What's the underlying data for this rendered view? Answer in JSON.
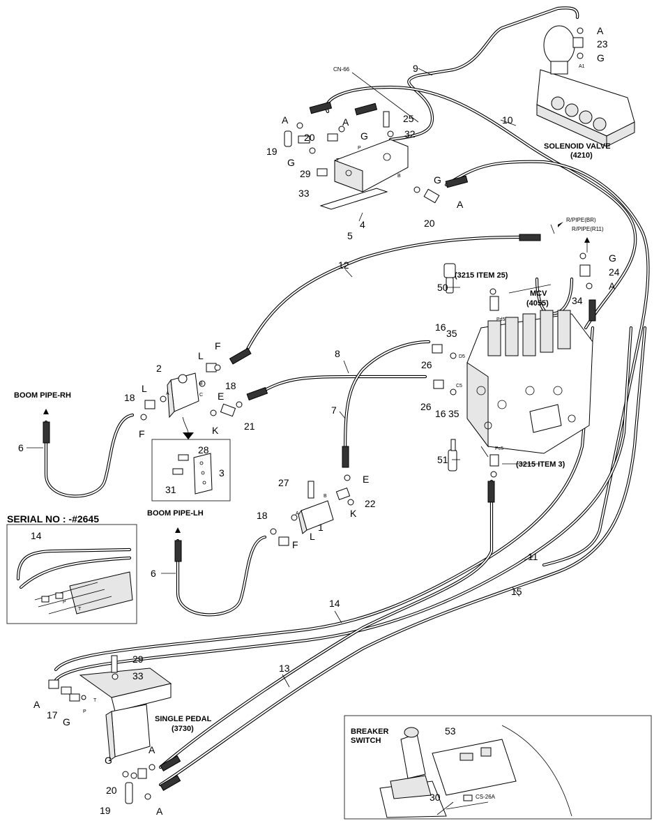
{
  "callouts": {
    "n1": "1",
    "n2": "2",
    "n3": "3",
    "n4": "4",
    "n5": "5",
    "n6a": "6",
    "n6b": "6",
    "n7": "7",
    "n8": "8",
    "n9": "9",
    "n10": "10",
    "n11": "11",
    "n12": "12",
    "n13": "13",
    "n14a": "14",
    "n14b": "14",
    "n15": "15",
    "n16a": "16",
    "n16b": "16",
    "n17": "17",
    "n18a": "18",
    "n18b": "18",
    "n18c": "18",
    "n19a": "19",
    "n19b": "19",
    "n20a": "20",
    "n20b": "20",
    "n20c": "20",
    "n21": "21",
    "n22": "22",
    "n23": "23",
    "n24": "24",
    "n25": "25",
    "n26a": "26",
    "n26b": "26",
    "n27": "27",
    "n28": "28",
    "n29a": "29",
    "n29b": "29",
    "n30": "30",
    "n31": "31",
    "n32": "32",
    "n33a": "33",
    "n33b": "33",
    "n34": "34",
    "n35a": "35",
    "n35b": "35",
    "n50": "50",
    "n51": "51",
    "n53": "53"
  },
  "letters": {
    "A1": "A",
    "A2": "A",
    "A3": "A",
    "A4": "A",
    "A5": "A",
    "A6": "A",
    "A7": "A",
    "G1": "G",
    "G2": "G",
    "G3": "G",
    "G4": "G",
    "G5": "G",
    "G6": "G",
    "G7": "G",
    "F1": "F",
    "F2": "F",
    "F3": "F",
    "L1": "L",
    "L2": "L",
    "L3": "L",
    "E1": "E",
    "E2": "E",
    "K1": "K",
    "K2": "K"
  },
  "ports": {
    "a1": "A1",
    "t1": "T",
    "p1": "P",
    "b1": "B",
    "pd5": "Pd5",
    "d5": "D5",
    "c5": "C5",
    "pc5": "Pc5",
    "pa": "A",
    "pb": "B",
    "pc": "C",
    "pa2": "A",
    "pb2": "B",
    "pt": "T",
    "pp": "P",
    "pp2": "P",
    "pt2": "T"
  },
  "labels": {
    "solenoid_valve": "SOLENOID VALVE",
    "solenoid_valve_code": "(4210)",
    "mcv": "MCV",
    "mcv_code": "(4055)",
    "boom_pipe_rh": "BOOM PIPE-RH",
    "boom_pipe_lh": "BOOM PIPE-LH",
    "serial_no": "SERIAL NO : -#2645",
    "single_pedal": "SINGLE PEDAL",
    "single_pedal_code": "(3730)",
    "breaker_switch_1": "BREAKER",
    "breaker_switch_2": "SWITCH",
    "item25": "(3215 ITEM 25)",
    "item3": "(3215 ITEM 3)",
    "rpipe_br": "R/PIPE(BR)",
    "rpipe_r11": "R/PIPE(R11)",
    "cn66": "CN-66",
    "cs26a": "CS-26A"
  }
}
